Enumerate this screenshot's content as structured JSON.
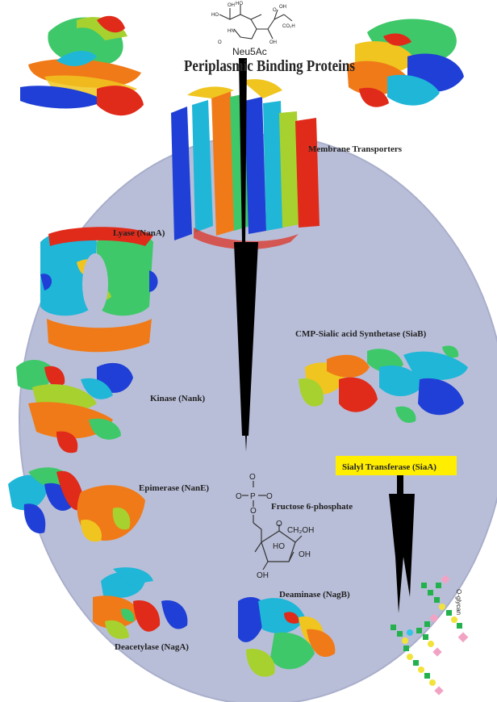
{
  "labels": {
    "neu5ac": "Neu5Ac",
    "periplasmic": "Periplasmic Binding Proteins",
    "membrane": "Membrane Transporters",
    "lyase": "Lyase (NanA)",
    "cmp": "CMP-Sialic acid Synthetase (SiaB)",
    "kinase": "Kinase (Nank)",
    "epimerase": "Epimerase (NanE)",
    "sialyl": "Sialyl Transferase (SiaA)",
    "fructose": "Fructose 6-phosphate",
    "deaminase": "Deaminase (NagB)",
    "deacetylase": "Deacetylase (NagA)",
    "oglycan": "O-glycan"
  },
  "chem": {
    "ho1": "HO",
    "oh1": "OH",
    "ho2": "HO",
    "hn": "HN",
    "o1": "O",
    "o2": "O",
    "co2h": "CO₂H",
    "oh2": "OH",
    "oh3": "OH",
    "o_top": "O",
    "o_left": "O",
    "o_right": "O",
    "p": "P",
    "o_bottom": "O",
    "ch2oh": "CH₂OH",
    "ho_ring": "HO",
    "o_ring": "O",
    "oh_ring": "OH",
    "oh_low": "OH"
  },
  "colors": {
    "cell": "#b9bed8",
    "cell_edge": "#a9aecb",
    "arrow": "#000000",
    "highlight": "#ffee00",
    "rainbow": [
      "#1f3fd6",
      "#1fb6d8",
      "#3fc86a",
      "#a7d12f",
      "#f0c520",
      "#f07a18",
      "#e02a1a"
    ],
    "glycan_square": "#22b14c",
    "glycan_circle": "#f2e33a",
    "glycan_diamond": "#f2a3c4",
    "glycan_cyan": "#33c4e6"
  }
}
